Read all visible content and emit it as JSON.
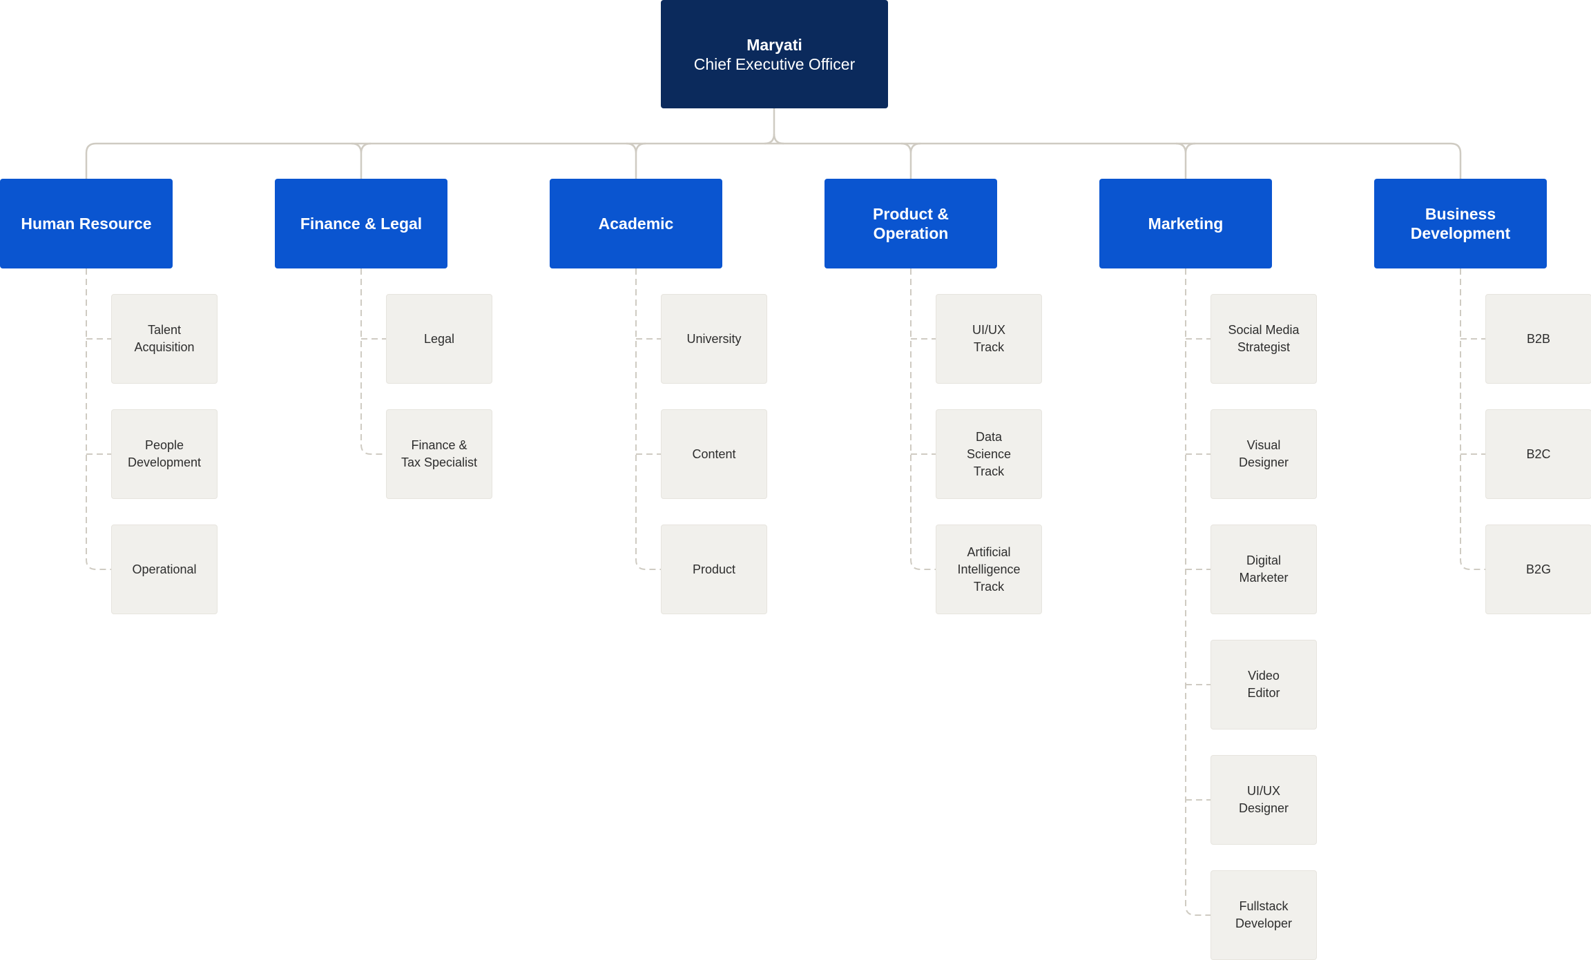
{
  "ceo": {
    "name": "Maryati",
    "title": "Chief Executive Officer"
  },
  "departments": [
    {
      "name": "Human Resource",
      "roles": [
        "Talent\nAcquisition",
        "People\nDevelopment",
        "Operational"
      ]
    },
    {
      "name": "Finance & Legal",
      "roles": [
        "Legal",
        "Finance &\nTax Specialist"
      ]
    },
    {
      "name": "Academic",
      "roles": [
        "University",
        "Content",
        "Product"
      ]
    },
    {
      "name": "Product &\nOperation",
      "roles": [
        "UI/UX\nTrack",
        "Data\nScience\nTrack",
        "Artificial\nIntelligence\nTrack"
      ]
    },
    {
      "name": "Marketing",
      "roles": [
        "Social Media\nStrategist",
        "Visual\nDesigner",
        "Digital\nMarketer",
        "Video\nEditor",
        "UI/UX\nDesigner",
        "Fullstack\nDeveloper"
      ]
    },
    {
      "name": "Business\nDevelopment",
      "roles": [
        "B2B",
        "B2C",
        "B2G"
      ]
    }
  ],
  "colors": {
    "ceo_fill": "#0b2a5c",
    "department_fill": "#0a55d0",
    "role_fill": "#f1f0ec",
    "connector": "#cfcbc2"
  }
}
